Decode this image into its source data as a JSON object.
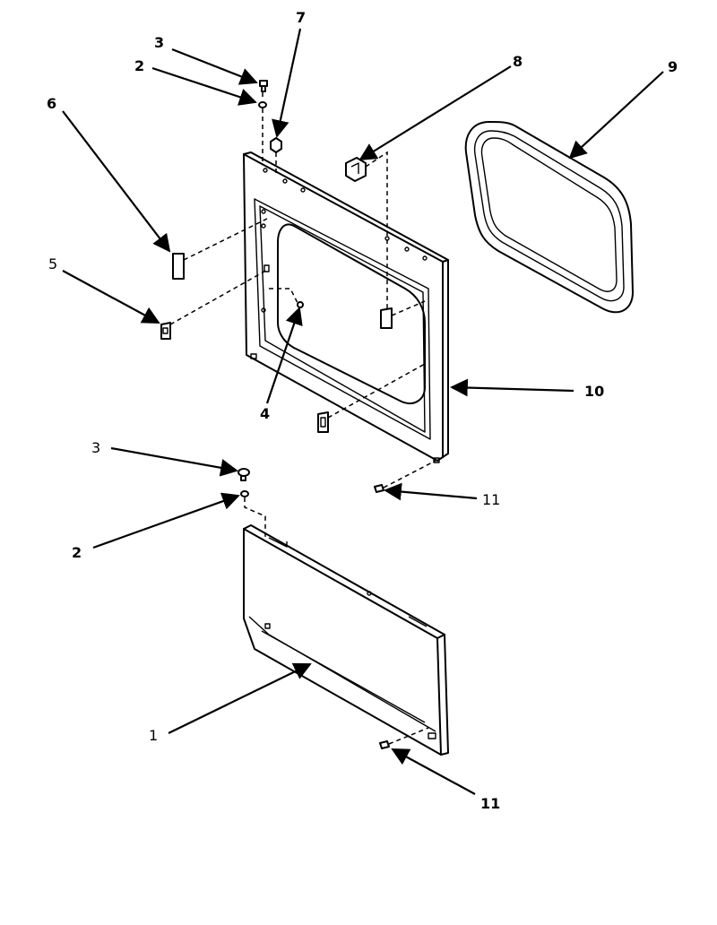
{
  "diagram": {
    "parts": [
      {
        "id": "p1",
        "callout": "1"
      },
      {
        "id": "p2a",
        "callout": "2"
      },
      {
        "id": "p2b",
        "callout": "2"
      },
      {
        "id": "p3a",
        "callout": "3"
      },
      {
        "id": "p3b",
        "callout": "3"
      },
      {
        "id": "p4",
        "callout": "4"
      },
      {
        "id": "p5",
        "callout": "5"
      },
      {
        "id": "p6",
        "callout": "6"
      },
      {
        "id": "p7",
        "callout": "7"
      },
      {
        "id": "p8",
        "callout": "8"
      },
      {
        "id": "p9",
        "callout": "9"
      },
      {
        "id": "p10",
        "callout": "10"
      },
      {
        "id": "p11a",
        "callout": "11"
      },
      {
        "id": "p11b",
        "callout": "11"
      }
    ]
  },
  "colors": {
    "ink": "#000000",
    "paper": "#ffffff"
  }
}
